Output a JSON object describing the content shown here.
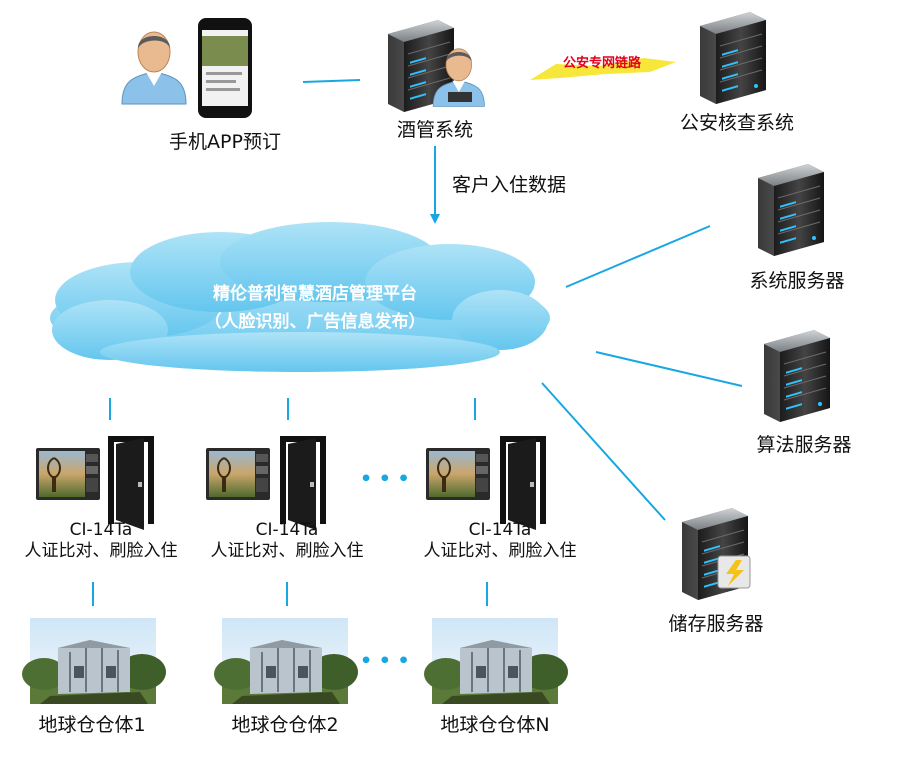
{
  "nodes": {
    "mobile_app": "手机APP预订",
    "liquor_system": "酒管系统",
    "police_system": "公安核查系统",
    "system_server": "系统服务器",
    "algorithm_server": "算法服务器",
    "storage_server": "储存服务器"
  },
  "links": {
    "police_link": "公安专网链路",
    "checkin_data": "客户入住数据"
  },
  "platform": {
    "title": "精伦普利智慧酒店管理平台",
    "subtitle": "（人脸识别、广告信息发布）"
  },
  "devices": [
    {
      "model": "CI-14Ta",
      "desc": "人证比对、刷脸入住"
    },
    {
      "model": "CI-14Ta",
      "desc": "人证比对、刷脸入住"
    },
    {
      "model": "CI-14Ta",
      "desc": "人证比对、刷脸入住"
    }
  ],
  "pods": [
    {
      "label": "地球仓仓体1"
    },
    {
      "label": "地球仓仓体2"
    },
    {
      "label": "地球仓仓体N"
    }
  ],
  "ellipsis": "• • •",
  "colors": {
    "link": "#18a7e0",
    "cloud": "#8ad4f2",
    "bolt": "#f6e73a",
    "red": "#e2001a"
  }
}
